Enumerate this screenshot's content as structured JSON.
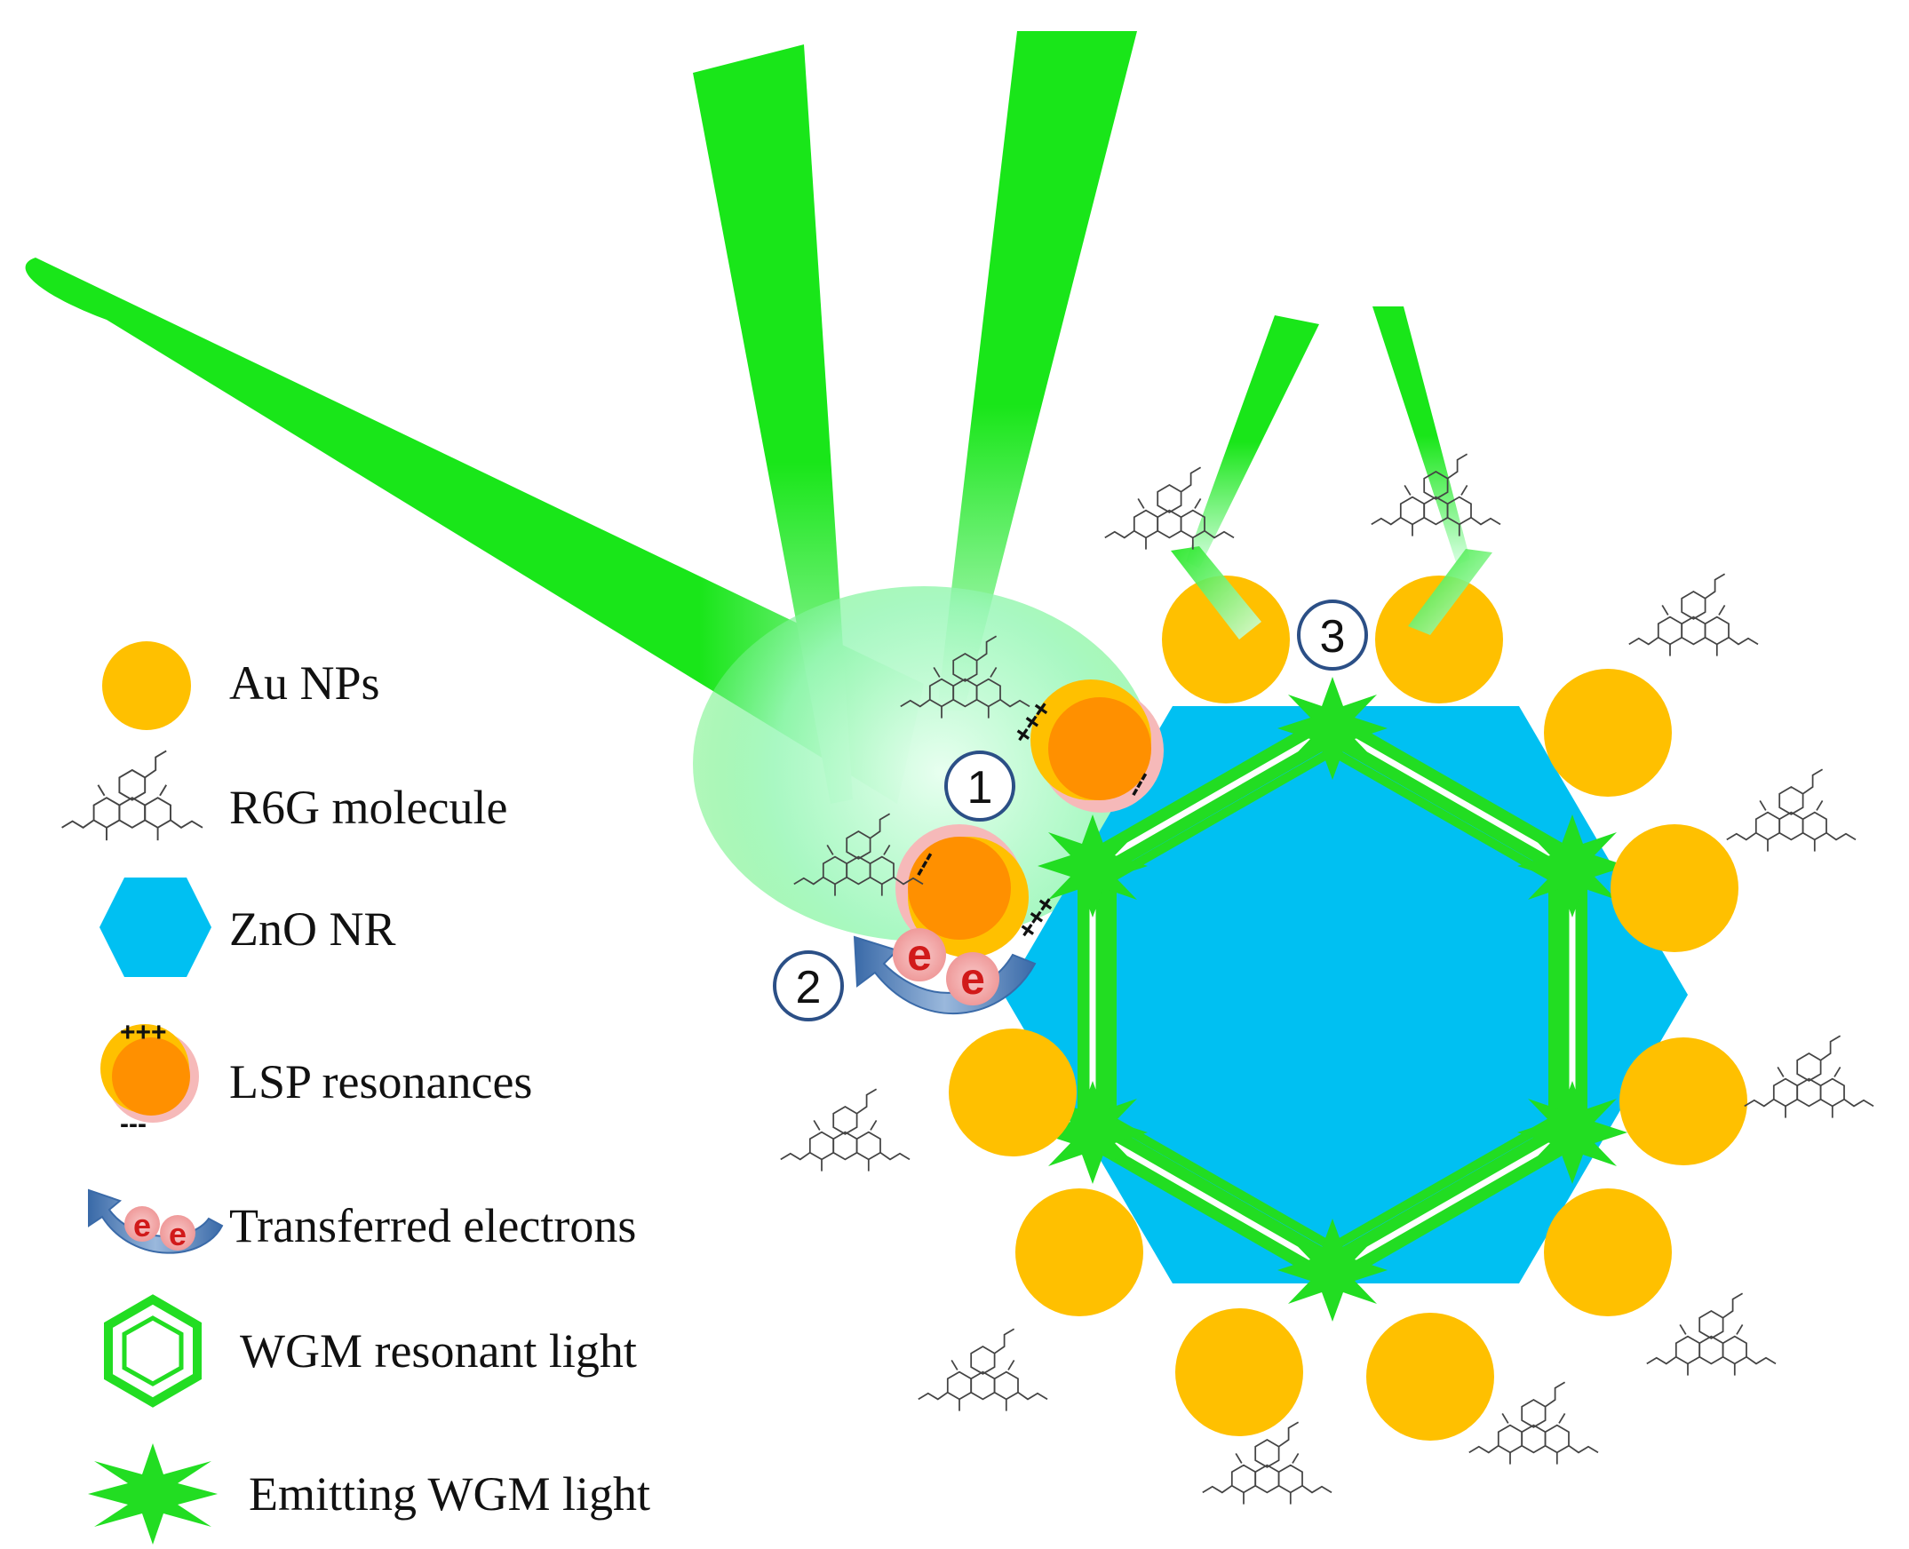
{
  "colors": {
    "beam": "#19e619",
    "beam_light": "#c8fad8",
    "gold": "#ffc000",
    "lsp_orange": "#ff9000",
    "lsp_halo": "#f6b9b9",
    "zno": "#00c0f2",
    "wgm": "#22dd22",
    "electron_red": "#d11a1a",
    "arrow_blue": "#5a84b8",
    "molecule": "#444444"
  },
  "icons": {
    "au": "circle-icon",
    "molecule": "r6g-structure-icon",
    "zno": "hexagon-icon",
    "lsp": "charged-particle-icon",
    "electrons": "electron-arrow-icon",
    "wgm": "double-hexagon-icon",
    "emit": "starburst-icon"
  },
  "legend": {
    "au_nps": "Au NPs",
    "r6g_molecule": "R6G molecule",
    "zno_nr": "ZnO NR",
    "lsp_resonances": "LSP resonances",
    "transferred_electrons": "Transferred electrons",
    "wgm_resonant_light": "WGM resonant light",
    "emitting_wgm_light": "Emitting WGM light"
  },
  "steps": {
    "one": "1",
    "two": "2",
    "three": "3"
  },
  "symbols": {
    "plus_charges": "+++",
    "minus_charges": "---",
    "electron": "e"
  }
}
